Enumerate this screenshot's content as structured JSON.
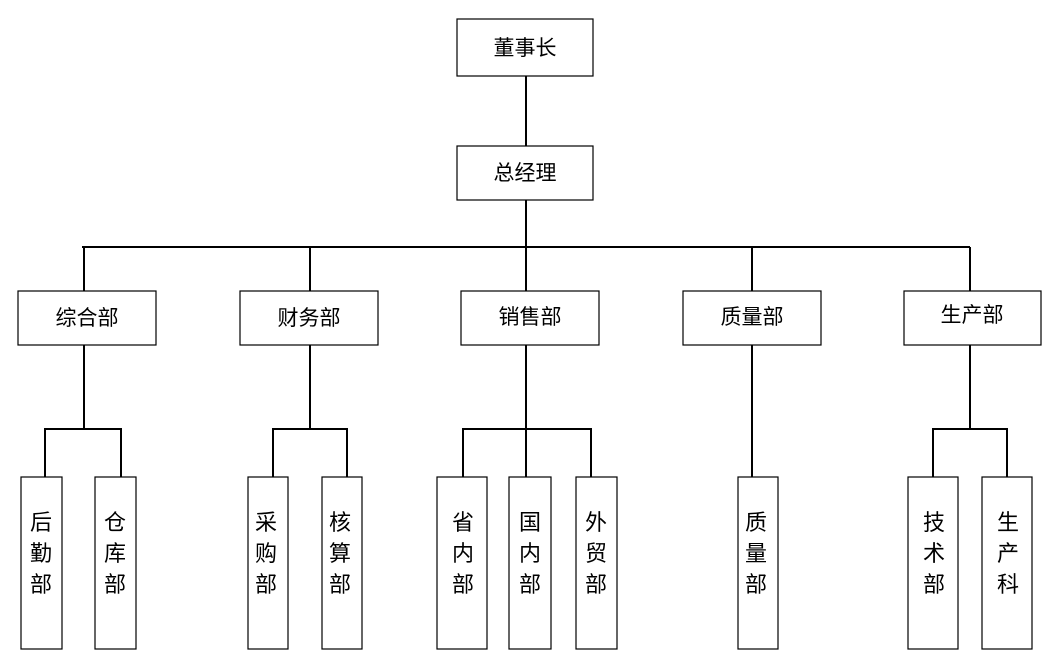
{
  "org_chart": {
    "top": {
      "label": "董事长"
    },
    "manager": {
      "label": "总经理"
    },
    "departments": [
      {
        "label": "综合部",
        "units": [
          "后勤部",
          "仓库部"
        ]
      },
      {
        "label": "财务部",
        "units": [
          "采购部",
          "核算部"
        ]
      },
      {
        "label": "销售部",
        "units": [
          "省内部",
          "国内部",
          "外贸部"
        ]
      },
      {
        "label": "质量部",
        "units": [
          "质量部"
        ]
      },
      {
        "label": "生产部",
        "units": [
          "技术部",
          "生产科"
        ]
      }
    ]
  },
  "colors": {
    "line": "#000000",
    "box_border": "#000000",
    "box_fill": "#ffffff"
  }
}
